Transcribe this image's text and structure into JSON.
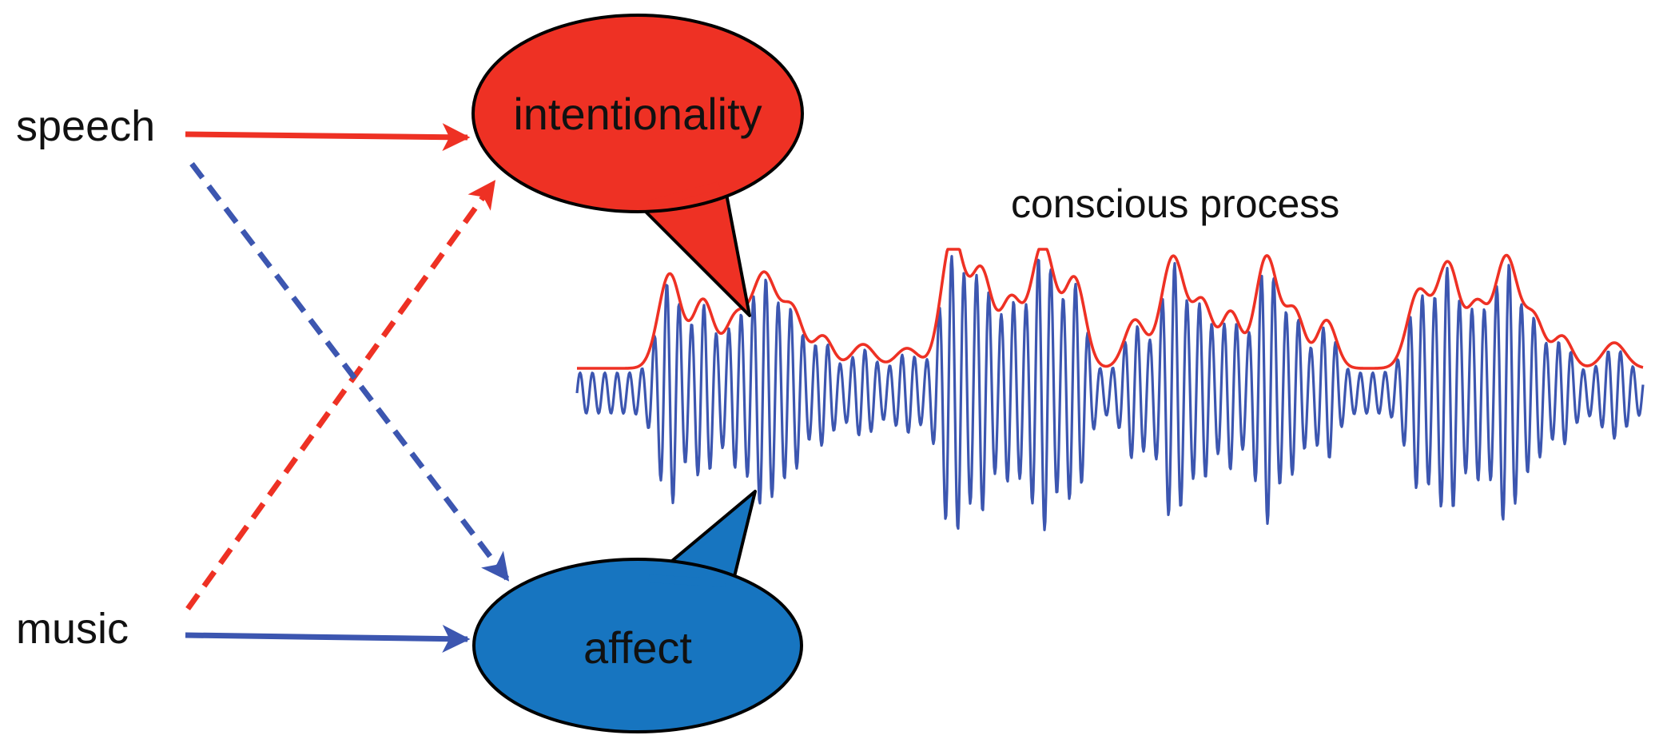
{
  "inputs": {
    "speech": "speech",
    "music": "music"
  },
  "outputs": {
    "intentionality": "intentionality",
    "affect": "affect"
  },
  "process_label": "conscious process",
  "colors": {
    "red": "#ee3124",
    "blue": "#3c56b0",
    "affect_fill": "#1775c0",
    "text": "#111111"
  },
  "links": [
    {
      "from": "speech",
      "to": "intentionality",
      "style": "solid",
      "color": "red"
    },
    {
      "from": "music",
      "to": "affect",
      "style": "solid",
      "color": "blue"
    },
    {
      "from": "music",
      "to": "intentionality",
      "style": "dashed",
      "color": "red"
    },
    {
      "from": "speech",
      "to": "affect",
      "style": "dashed",
      "color": "blue"
    }
  ],
  "waveform": {
    "carrier_color": "blue",
    "envelope_color": "red"
  }
}
